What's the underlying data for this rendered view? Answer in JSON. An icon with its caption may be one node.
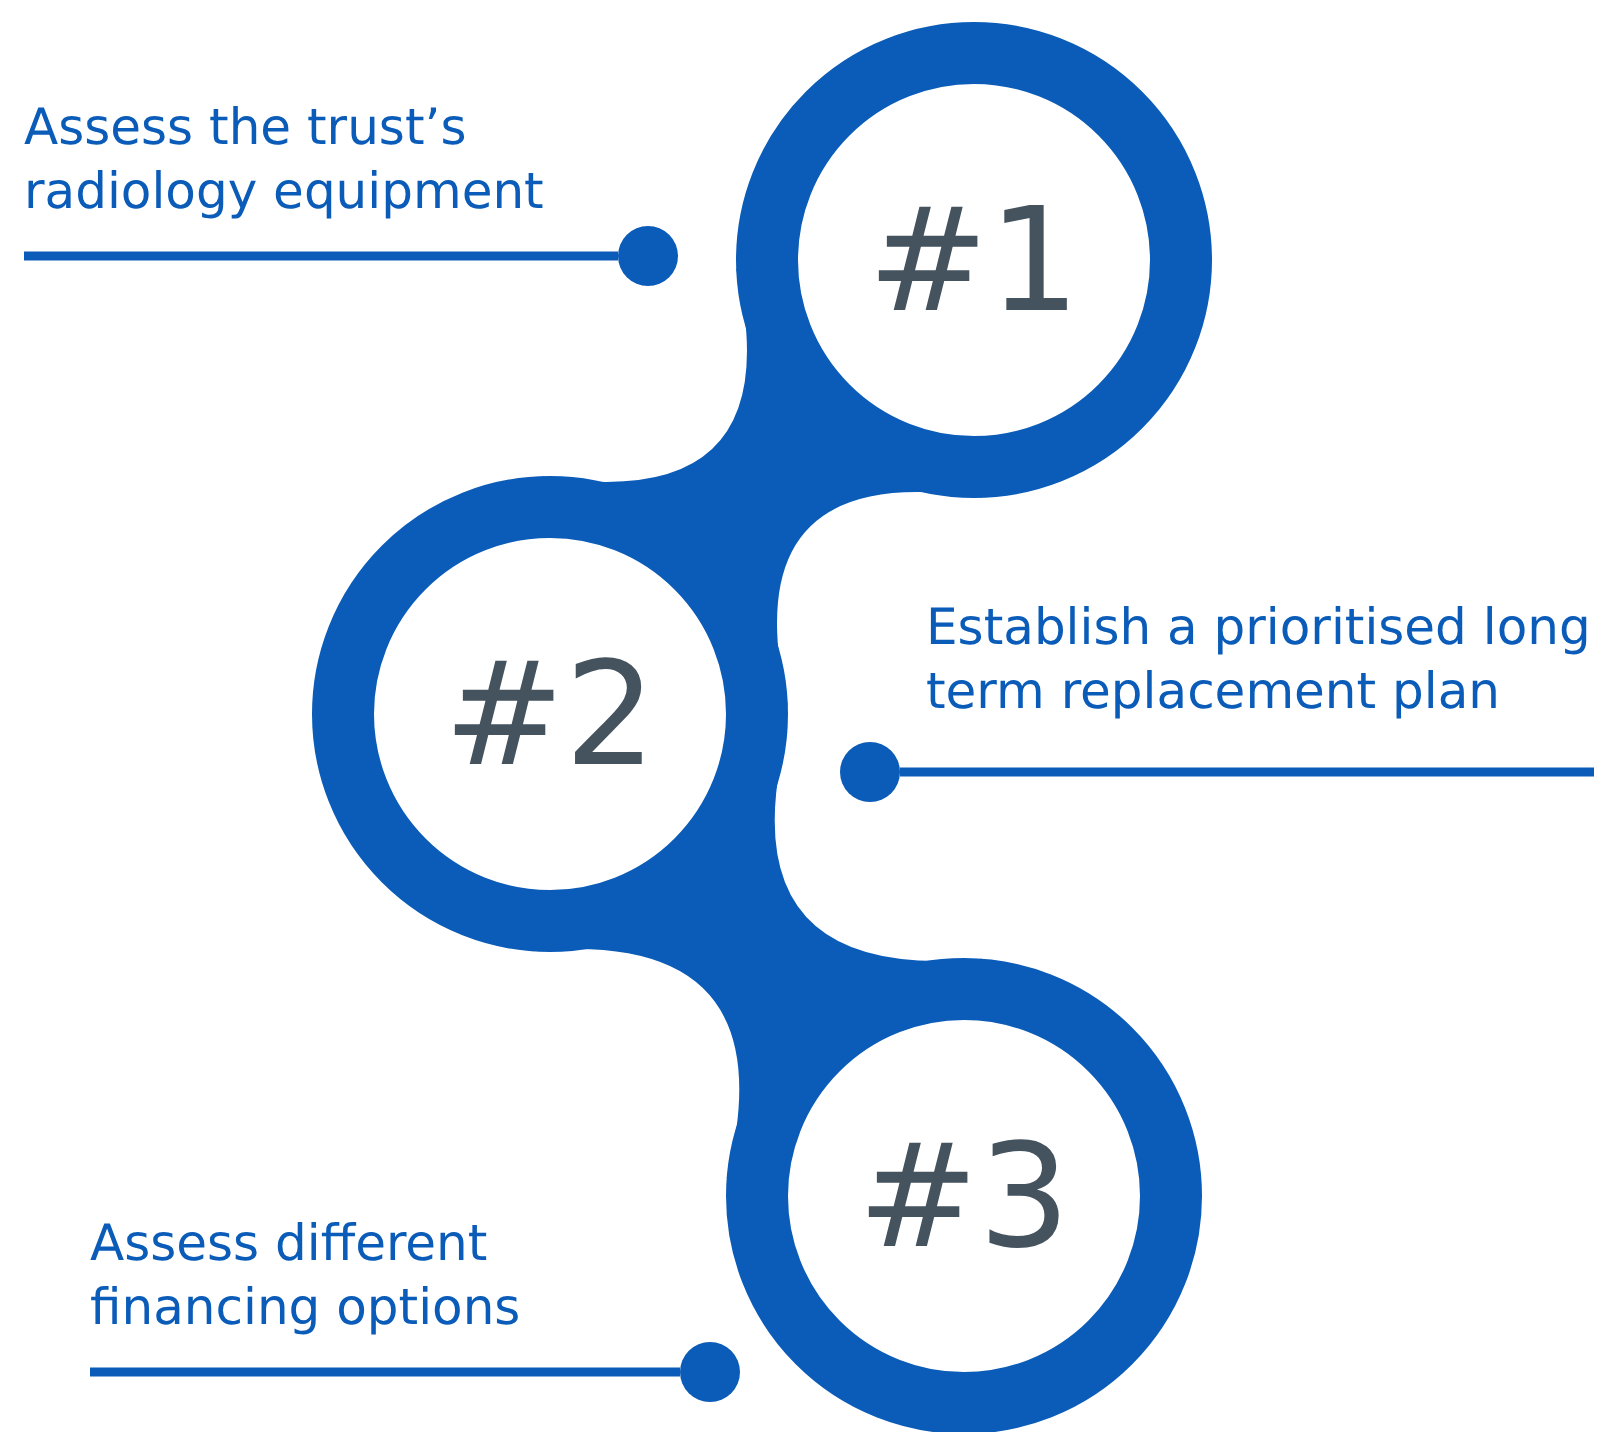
{
  "diagram": {
    "nodes": [
      {
        "text": [
          "#1"
        ]
      },
      {
        "text": [
          "#2"
        ]
      },
      {
        "text": [
          "#3"
        ]
      },
      {
        "text": [
          "Assess the trust’s radiology equipment"
        ]
      },
      {
        "text": [
          "Establish a prioritised long term replacement plan"
        ]
      },
      {
        "text": [
          "Assess different financing options"
        ]
      },
      {
        "text": [],
        "shape": "circle"
      },
      {
        "text": [],
        "shape": "circle"
      },
      {
        "text": [],
        "shape": "circle"
      }
    ],
    "edges": [
      {
        "from": 3,
        "to": 6,
        "arrow": "none"
      },
      {
        "from": 4,
        "to": 7,
        "arrow": "none"
      },
      {
        "from": 5,
        "to": 8,
        "arrow": "none"
      }
    ]
  }
}
